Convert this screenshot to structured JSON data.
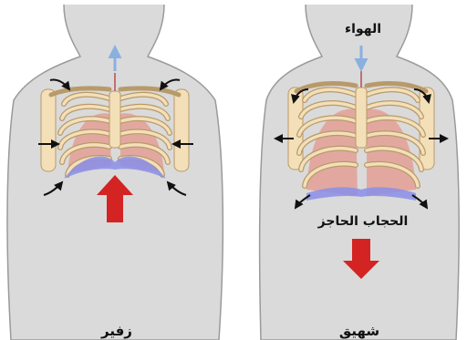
{
  "labels": {
    "exhale": "زفير",
    "inhale": "شهيق",
    "air": "الهواء",
    "diaphragm": "الحجاب الحاجز"
  },
  "colors": {
    "body": "#dadada",
    "body_outline": "#9a9a9a",
    "bone": "#f3dfb8",
    "bone_outline": "#b89a6a",
    "lung": "#e2a8a0",
    "diaphragm": "#8a8ee8",
    "red_arrow": "#d42323",
    "air_arrow": "#8ab0e0",
    "black_arrow": "#111111"
  }
}
